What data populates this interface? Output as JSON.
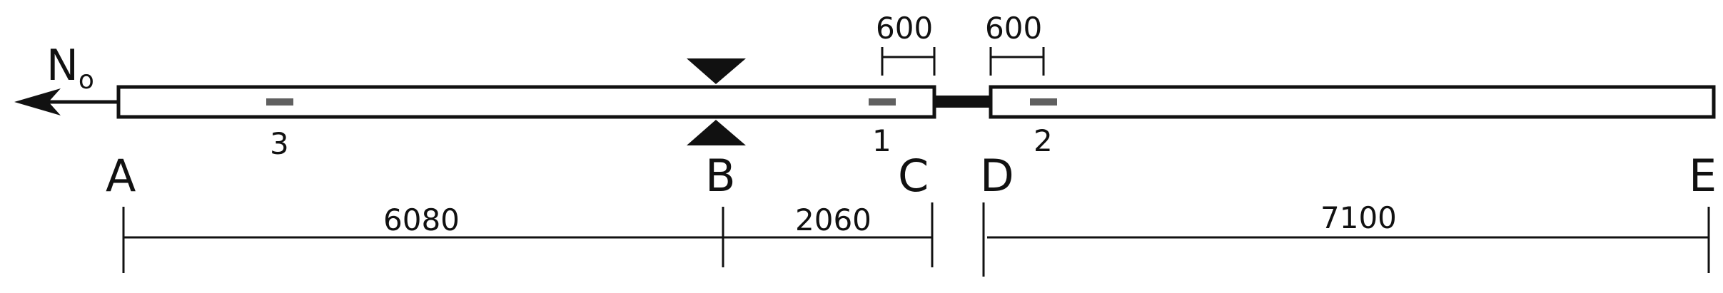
{
  "force": {
    "label": "N",
    "subscript": "o"
  },
  "points": {
    "a": "A",
    "b": "B",
    "c": "C",
    "d": "D",
    "e": "E"
  },
  "dimensions": {
    "ab": "6080",
    "bc": "2060",
    "de": "7100",
    "gauge_left": "600",
    "gauge_right": "600"
  },
  "gauges": {
    "g1": "1",
    "g2": "2",
    "g3": "3"
  },
  "colors": {
    "stroke": "#111111",
    "gauge_mark": "#606060",
    "background": "#ffffff"
  }
}
